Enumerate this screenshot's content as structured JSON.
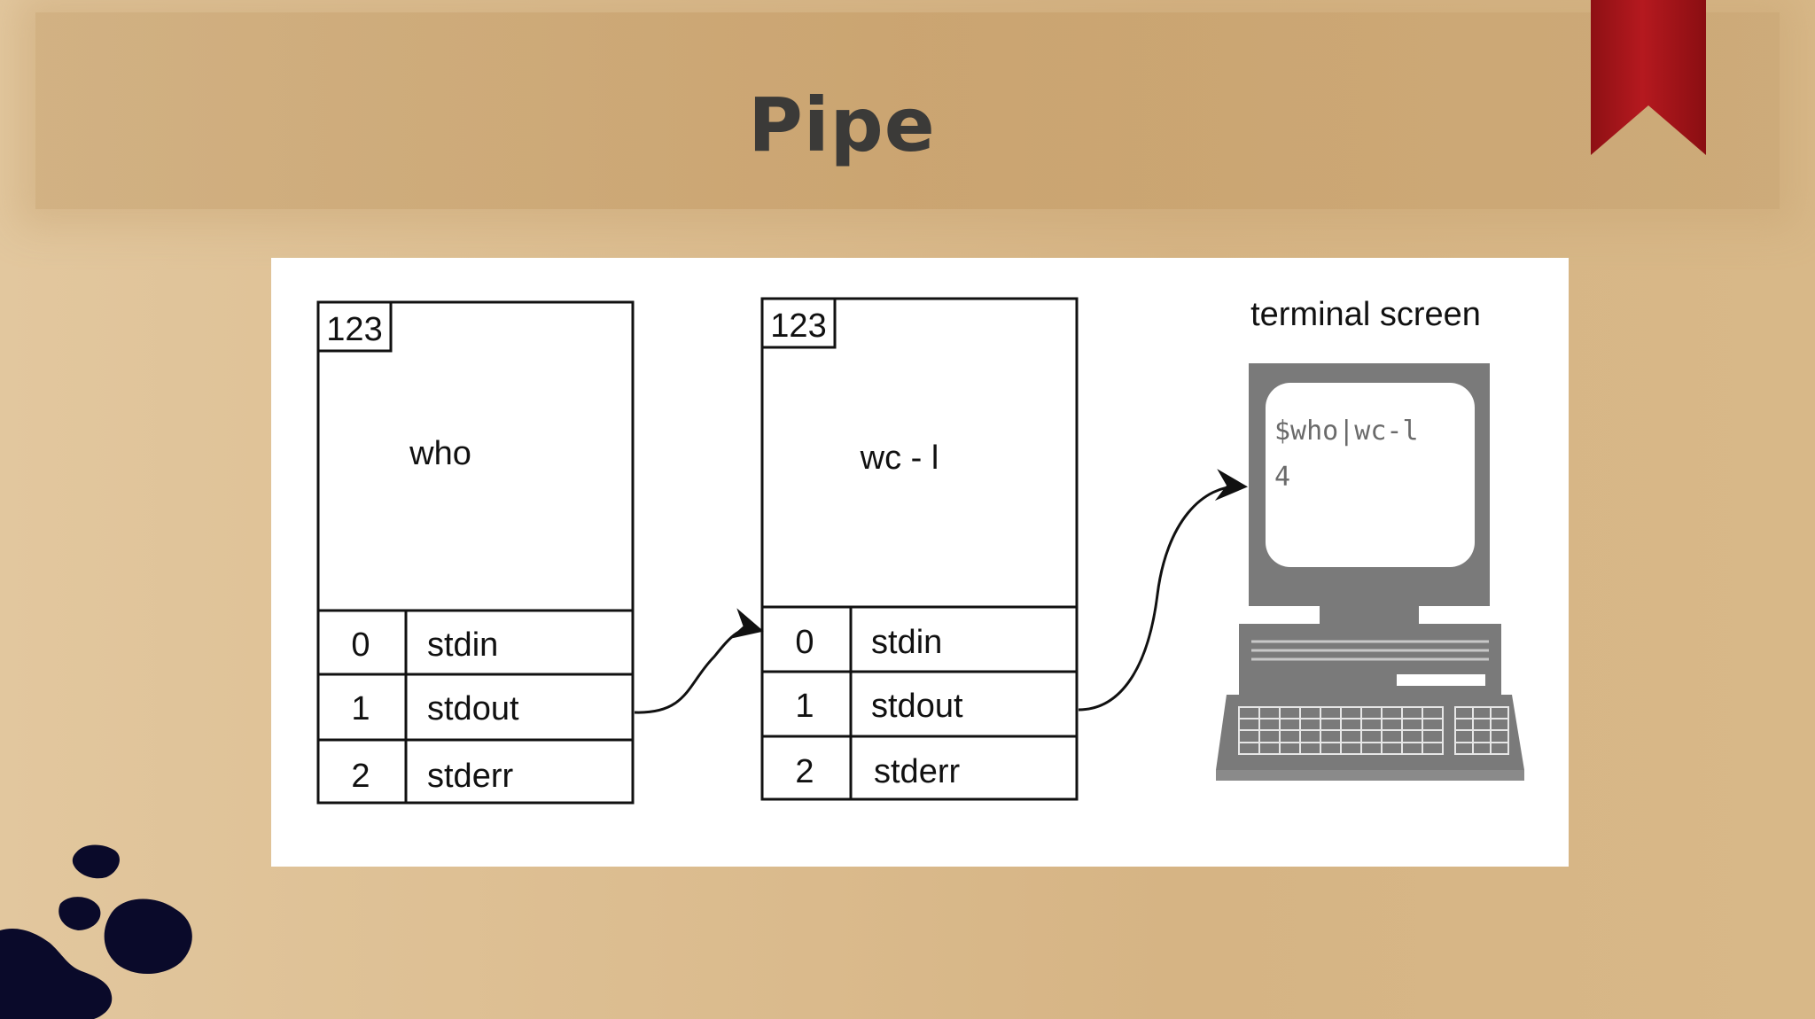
{
  "slide": {
    "title": "Pipe"
  },
  "diagram": {
    "process_left": {
      "pid": "123",
      "command": "who",
      "fds": [
        {
          "num": "0",
          "name": "stdin"
        },
        {
          "num": "1",
          "name": "stdout"
        },
        {
          "num": "2",
          "name": "stderr"
        }
      ]
    },
    "process_right": {
      "pid": "123",
      "command": "wc - l",
      "fds": [
        {
          "num": "0",
          "name": "stdin"
        },
        {
          "num": "1",
          "name": "stdout"
        },
        {
          "num": "2",
          "name": "stderr"
        }
      ]
    },
    "terminal": {
      "label": "terminal screen",
      "line1": "$who|wc-l",
      "line2": "4"
    }
  },
  "colors": {
    "ribbon": "#b5191f",
    "title": "#3b3a38",
    "ink_blob": "#0a0a2a"
  }
}
